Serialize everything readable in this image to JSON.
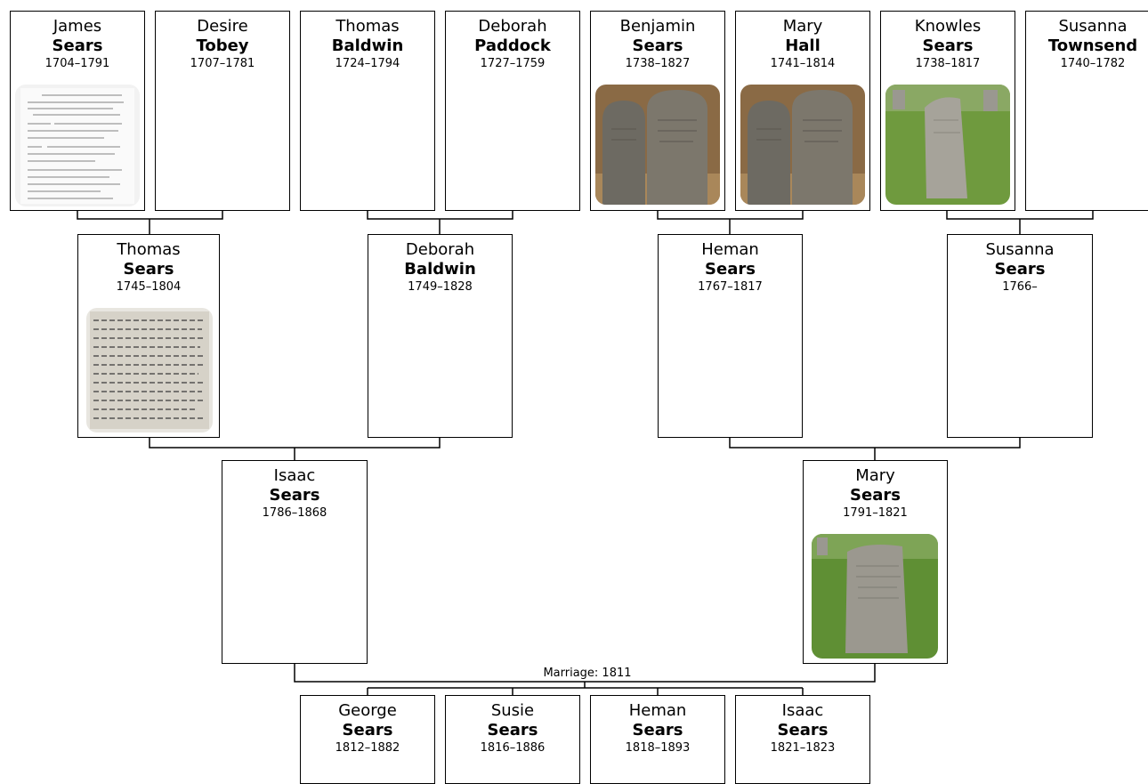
{
  "people": {
    "james_sears": {
      "given": "James",
      "surname": "Sears",
      "dates": "1704–1791",
      "photo": "document-photo"
    },
    "desire_tobey": {
      "given": "Desire",
      "surname": "Tobey",
      "dates": "1707–1781"
    },
    "thomas_baldwin": {
      "given": "Thomas",
      "surname": "Baldwin",
      "dates": "1724–1794"
    },
    "deborah_paddock": {
      "given": "Deborah",
      "surname": "Paddock",
      "dates": "1727–1759"
    },
    "benjamin_sears": {
      "given": "Benjamin",
      "surname": "Sears",
      "dates": "1738–1827",
      "photo": "gravestone-photo"
    },
    "mary_hall": {
      "given": "Mary",
      "surname": "Hall",
      "dates": "1741–1814",
      "photo": "gravestone-photo"
    },
    "knowles_sears": {
      "given": "Knowles",
      "surname": "Sears",
      "dates": "1738–1817",
      "photo": "gravestone-photo"
    },
    "susanna_townsend": {
      "given": "Susanna",
      "surname": "Townsend",
      "dates": "1740–1782"
    },
    "thomas_sears": {
      "given": "Thomas",
      "surname": "Sears",
      "dates": "1745–1804",
      "photo": "document-photo"
    },
    "deborah_baldwin": {
      "given": "Deborah",
      "surname": "Baldwin",
      "dates": "1749–1828"
    },
    "heman_sears_1767": {
      "given": "Heman",
      "surname": "Sears",
      "dates": "1767–1817"
    },
    "susanna_sears": {
      "given": "Susanna",
      "surname": "Sears",
      "dates": "1766–"
    },
    "isaac_sears_1786": {
      "given": "Isaac",
      "surname": "Sears",
      "dates": "1786–1868"
    },
    "mary_sears": {
      "given": "Mary",
      "surname": "Sears",
      "dates": "1791–1821",
      "photo": "gravestone-photo"
    },
    "george_sears": {
      "given": "George",
      "surname": "Sears",
      "dates": "1812–1882"
    },
    "susie_sears": {
      "given": "Susie",
      "surname": "Sears",
      "dates": "1816–1886"
    },
    "heman_sears_1818": {
      "given": "Heman",
      "surname": "Sears",
      "dates": "1818–1893"
    },
    "isaac_sears_1821": {
      "given": "Isaac",
      "surname": "Sears",
      "dates": "1821–1823"
    }
  },
  "marriage_label": "Marriage: 1811",
  "colors": {
    "border": "#000000",
    "background": "#ffffff",
    "line": "#000000"
  }
}
